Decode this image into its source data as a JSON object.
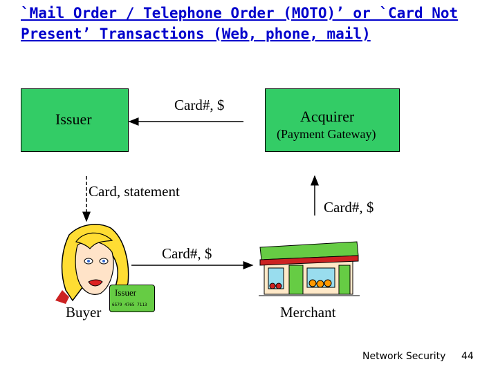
{
  "title": "`Mail Order / Telephone Order (MOTO)’ or `Card Not Present’ Transactions (Web, phone, mail)",
  "nodes": {
    "issuer": "Issuer",
    "acquirer": "Acquirer",
    "gateway": "(Payment Gateway)",
    "buyer": "Buyer",
    "merchant": "Merchant"
  },
  "flows": {
    "acquirer_to_issuer": "Card#, $",
    "issuer_to_buyer": "Card, statement",
    "merchant_to_acquirer": "Card#, $",
    "buyer_to_merchant": "Card#, $"
  },
  "card": {
    "issuer": "Issuer",
    "number": "6579 4765 7113"
  },
  "footer": {
    "course": "Network Security",
    "page": "44"
  },
  "colors": {
    "title": "#0000cc",
    "box_fill": "#33cc66"
  }
}
